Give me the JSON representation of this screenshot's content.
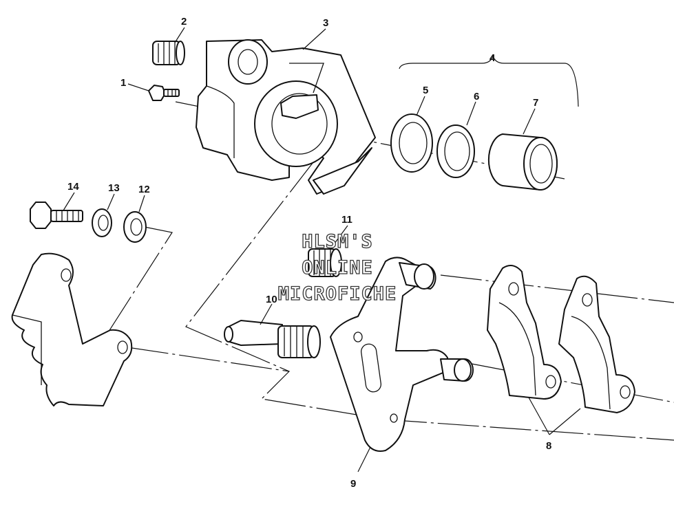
{
  "watermark": {
    "line1": "HLSM'S",
    "line2": "ONLINE",
    "line3": "MICROFICHE"
  },
  "callouts": {
    "c1": "1",
    "c2": "2",
    "c3": "3",
    "c4": "4",
    "c5": "5",
    "c6": "6",
    "c7": "7",
    "c8": "8",
    "c9": "9",
    "c10": "10",
    "c11": "11",
    "c12": "12",
    "c13": "13",
    "c14": "14"
  }
}
